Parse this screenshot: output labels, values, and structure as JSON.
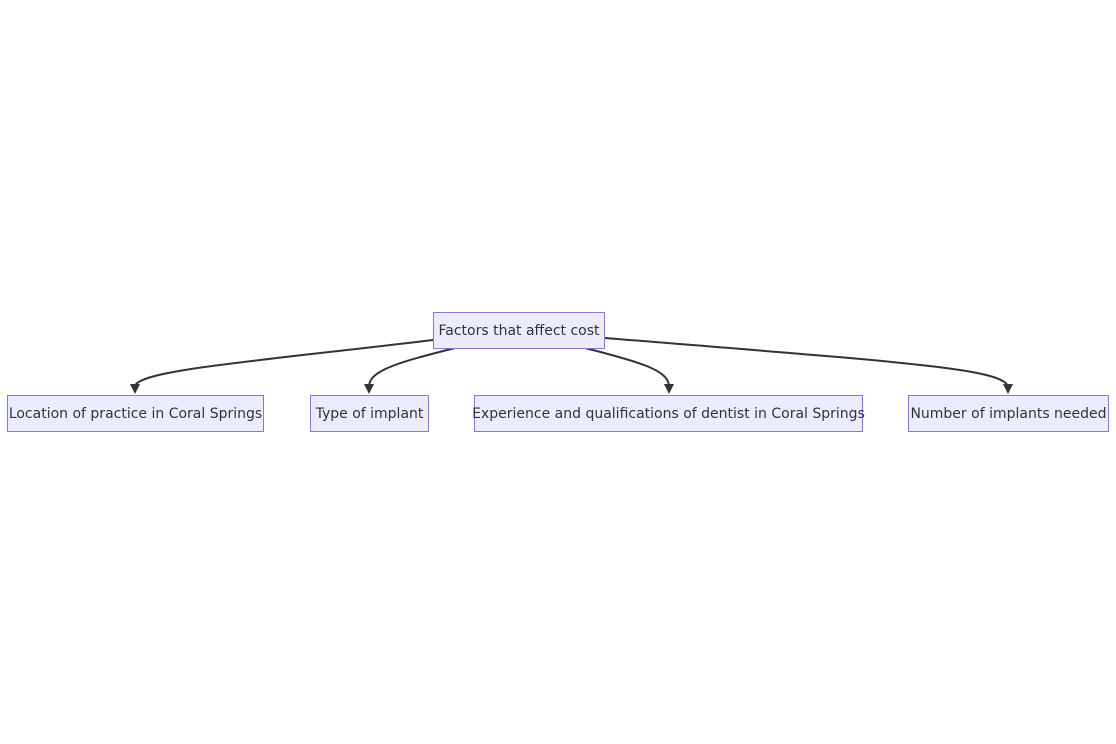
{
  "diagram": {
    "root": {
      "label": "Factors that affect cost"
    },
    "children": [
      {
        "label": "Location of practice in Coral Springs"
      },
      {
        "label": "Type of implant"
      },
      {
        "label": "Experience and qualifications of dentist in Coral Springs"
      },
      {
        "label": "Number of implants needed"
      }
    ],
    "colors": {
      "node_fill": "#ececff",
      "node_border": "#9370db",
      "edge": "#333333",
      "text": "#333333"
    }
  }
}
